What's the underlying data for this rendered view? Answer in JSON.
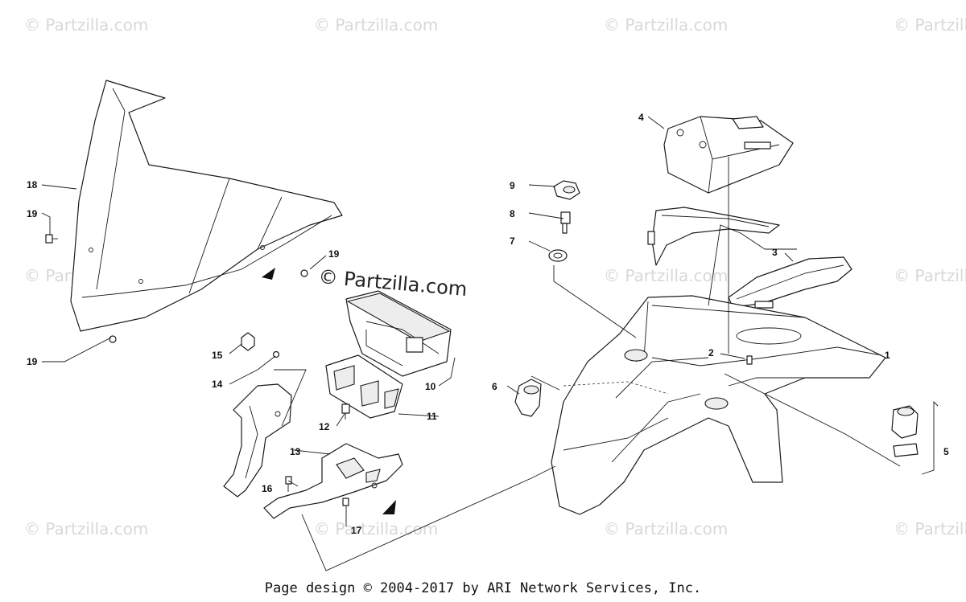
{
  "watermark": {
    "text": "© Partzilla.com",
    "center_text": "© Partzilla.com"
  },
  "footer": {
    "text": "Page design © 2004-2017 by ARI Network Services, Inc."
  },
  "callouts": {
    "c1": "1",
    "c2": "2",
    "c3": "3",
    "c4": "4",
    "c5": "5",
    "c6": "6",
    "c7": "7",
    "c8": "8",
    "c9": "9",
    "c10": "10",
    "c11": "11",
    "c12": "12",
    "c13": "13",
    "c14": "14",
    "c15": "15",
    "c16": "16",
    "c17": "17",
    "c18": "18",
    "c19a": "19",
    "c19b": "19",
    "c19c": "19"
  }
}
